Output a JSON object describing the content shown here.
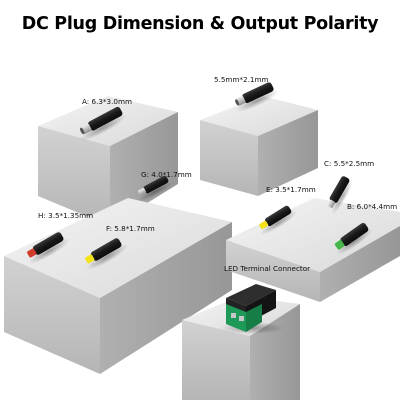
{
  "title": "DC Plug Dimension & Output Polarity",
  "plugs": {
    "top": {
      "label": "5.5mm*2.1mm"
    },
    "a": {
      "label": "A:  6.3*3.0mm"
    },
    "g": {
      "label": "G:  4.0*1.7mm"
    },
    "h": {
      "label": "H:  3.5*1.35mm"
    },
    "f": {
      "label": "F:  5.8*1.7mm"
    },
    "e": {
      "label": "E:  3.5*1.7mm"
    },
    "c": {
      "label": "C:  5.5*2.5mm"
    },
    "b": {
      "label": "B:  6.0*4.4mm"
    }
  },
  "connector": {
    "label": "LED  Terminal  Connector"
  },
  "colors": {
    "background": "#ffffff",
    "block_top": "#ececec",
    "block_left": "#c6c6c6",
    "block_right": "#a8a8a8",
    "plug_body": "#1b1b1b",
    "tip_metal": "#c9c9c9",
    "tip_red": "#d23a2a",
    "tip_yellow": "#f2e21a",
    "tip_green": "#46b54a",
    "terminal_green": "#1e9a58"
  }
}
